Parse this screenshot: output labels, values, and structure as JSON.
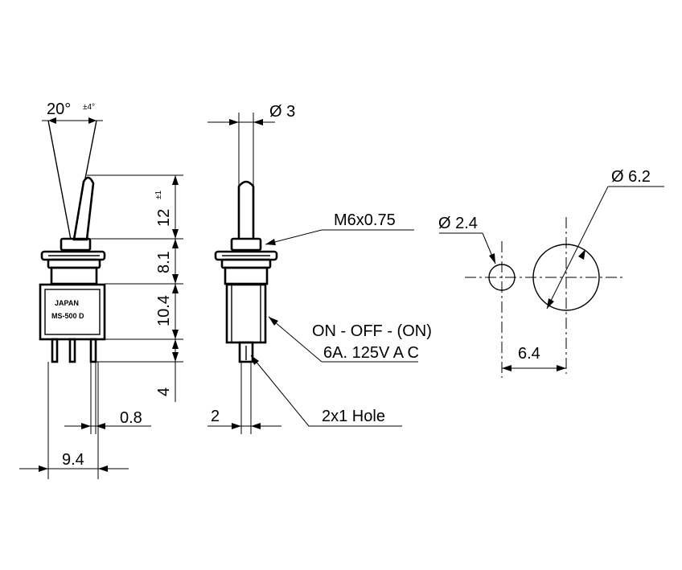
{
  "front_view": {
    "angle": "20°",
    "angle_tol": "±4°",
    "lever_height": "12",
    "lever_tol": "±1",
    "bushing_height": "8.1",
    "body_height": "10.4",
    "terminal_length": "4",
    "terminal_width": "0.8",
    "body_width": "9.4",
    "marking_line1": "JAPAN",
    "marking_line2": "MS-500 D"
  },
  "side_view": {
    "lever_diameter": "Ø 3",
    "thread": "M6x0.75",
    "function": "ON - OFF - (ON)",
    "rating": "6A. 125V A C",
    "hole": "2x1 Hole",
    "terminal_thickness": "2"
  },
  "panel_cutout": {
    "small_hole": "Ø 2.4",
    "large_hole": "Ø 6.2",
    "spacing": "6.4"
  }
}
